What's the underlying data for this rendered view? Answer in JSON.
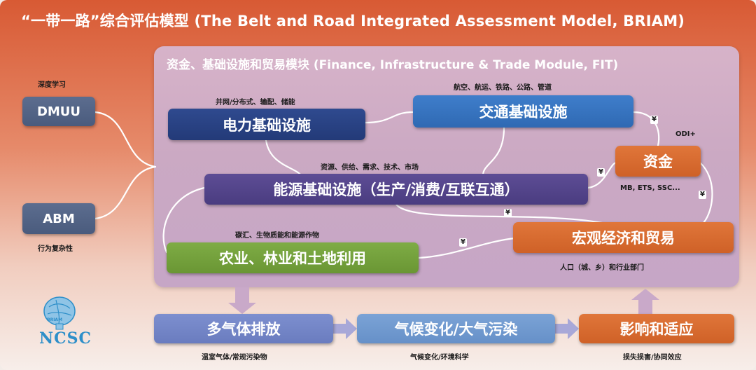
{
  "title": "“一带一路”综合评估模型 (The Belt and Road Integrated Assessment Model, BRIAM)",
  "module": {
    "title": "资金、基础设施和贸易模块 (Finance, Infrastructure & Trade Module, FIT)"
  },
  "left": {
    "dmuu_label": "DMUU",
    "dmuu_note": "深度学习",
    "abm_label": "ABM",
    "abm_note": "行为复杂性"
  },
  "nodes": {
    "power": {
      "label": "电力基础设施",
      "note": "并网/分布式、输配、储能"
    },
    "transport": {
      "label": "交通基础设施",
      "note": "航空、航运、铁路、公路、管道"
    },
    "energy": {
      "label": "能源基础设施（生产/消费/互联互通）",
      "note": "资源、供给、需求、技术、市场"
    },
    "finance": {
      "label": "资金",
      "note_top": "ODI+",
      "note_bottom": "MB, ETS, SSC..."
    },
    "macro": {
      "label": "宏观经济和贸易",
      "note": "人口（城、乡）和行业部门"
    },
    "agri": {
      "label": "农业、林业和土地利用",
      "note": "碳汇、生物质能和能源作物"
    }
  },
  "currency_symbol": "¥",
  "bottom": {
    "ghg": {
      "label": "多气体排放",
      "note": "温室气体/常规污染物"
    },
    "climate": {
      "label": "气候变化/大气污染",
      "note": "气候变化/环境科学"
    },
    "impact": {
      "label": "影响和适应",
      "note": "损失损害/协同效应"
    }
  },
  "logo": {
    "text": "NCSC",
    "small": "BRIAM"
  },
  "colors": {
    "navy": "#233a78",
    "blue": "#2f69b3",
    "purple": "#4a3c80",
    "green": "#6a9634",
    "orange": "#cf6127",
    "slate": "#4a5b7d",
    "frame": "#d85a34"
  }
}
